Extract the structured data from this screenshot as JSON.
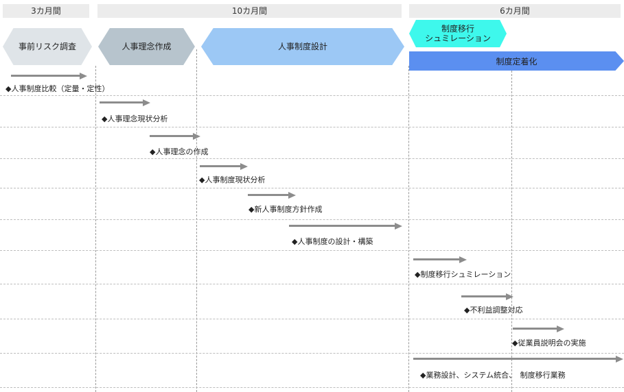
{
  "periods": [
    {
      "label": "3カ月間"
    },
    {
      "label": "10カ月間"
    },
    {
      "label": "6カ月間"
    }
  ],
  "phases": [
    {
      "label": "事前リスク調査",
      "color": "#dfe4e8"
    },
    {
      "label": "人事理念作成",
      "color": "#b7c4cd"
    },
    {
      "label": "人事制度設計",
      "color": "#9cc8f5"
    },
    {
      "label": "制度移行\nシュミレーション",
      "color": "#3ef8ec"
    },
    {
      "label": "制度定着化",
      "color": "#5b8ff0"
    }
  ],
  "tasks": [
    {
      "label": "◆人事制度比較（定量・定性）"
    },
    {
      "label": "◆人事理念現状分析"
    },
    {
      "label": "◆人事理念の作成"
    },
    {
      "label": "◆人事制度現状分析"
    },
    {
      "label": "◆新人事制度方針作成"
    },
    {
      "label": "◆人事制度の設計・構築"
    },
    {
      "label": "◆制度移行シュミレーション"
    },
    {
      "label": "◆不利益調整対応"
    },
    {
      "label": "◆従業員説明会の実施"
    },
    {
      "label": "◆業務設計、システム統合、　制度移行業務"
    }
  ],
  "colors": {
    "arrow": "#8c8c8c",
    "gridline": "#bdbdbd"
  }
}
